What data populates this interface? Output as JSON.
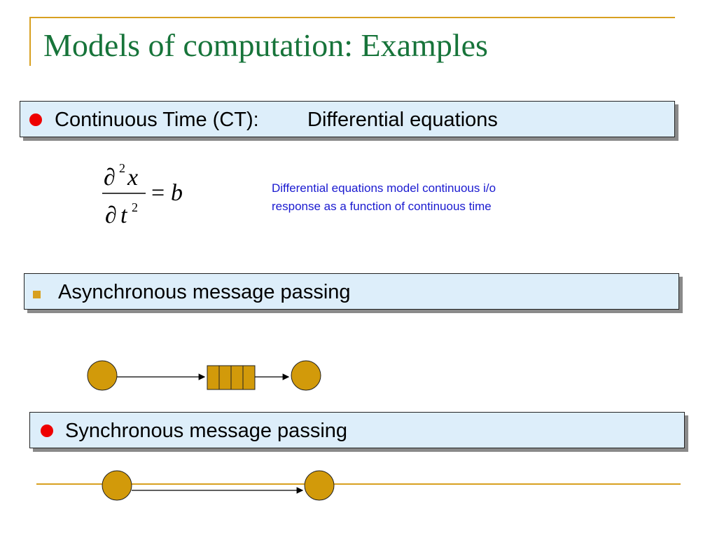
{
  "slide": {
    "title": "Models of computation: Examples"
  },
  "sections": {
    "ct": {
      "label": "Continuous Time (CT):",
      "detail": "Differential equations",
      "equation": {
        "numerator_op": "∂",
        "numerator_exp": "2",
        "numerator_var": "x",
        "denominator_op": "∂",
        "denominator_var": "t",
        "denominator_exp": "2",
        "equals": "=",
        "rhs": "b"
      },
      "note_line1": "Differential equations model continuous i/o",
      "note_line2": "response as a function of continuous time"
    },
    "async": {
      "label": "Asynchronous message passing",
      "queue_slots": 4
    },
    "sync": {
      "label": "Synchronous message passing"
    }
  },
  "colors": {
    "title": "#17743a",
    "accent": "#d8a020",
    "node_fill": "#d29a0a",
    "bullet_red": "#ee0000",
    "box_fill": "#ddeefa",
    "note_text": "#1a1ad0"
  }
}
